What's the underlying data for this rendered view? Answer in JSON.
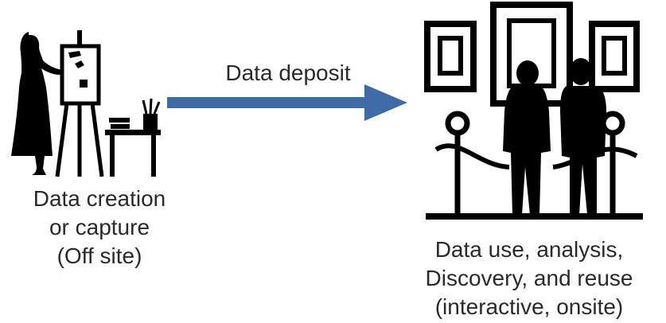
{
  "arrow": {
    "label": "Data deposit",
    "color": "#3e6aa6"
  },
  "left": {
    "caption_lines": [
      "Data creation",
      "or capture",
      "(Off site)"
    ],
    "icon": "artist-at-easel-icon"
  },
  "right": {
    "caption_lines": [
      "Data use, analysis,",
      "Discovery, and reuse",
      "(interactive, onsite)"
    ],
    "icon": "museum-visitors-icon"
  },
  "colors": {
    "silhouette": "#000000",
    "text": "#2a2a2a"
  }
}
